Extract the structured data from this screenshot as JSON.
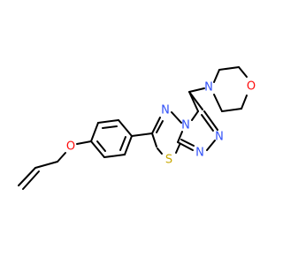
{
  "molecule": {
    "atoms": {
      "oxygen_ether": "O",
      "oxygen_morpholine": "O",
      "nitrogen_morpholine": "N",
      "nitrogen_ring_top": "N",
      "nitrogen_ring_fused": "N",
      "nitrogen_triazole_a": "N",
      "nitrogen_triazole_b": "N",
      "sulfur": "S"
    },
    "colors": {
      "bond": "#000000",
      "nitrogen": "#3050F8",
      "oxygen": "#FF0D0D",
      "sulfur": "#C8A800"
    }
  }
}
